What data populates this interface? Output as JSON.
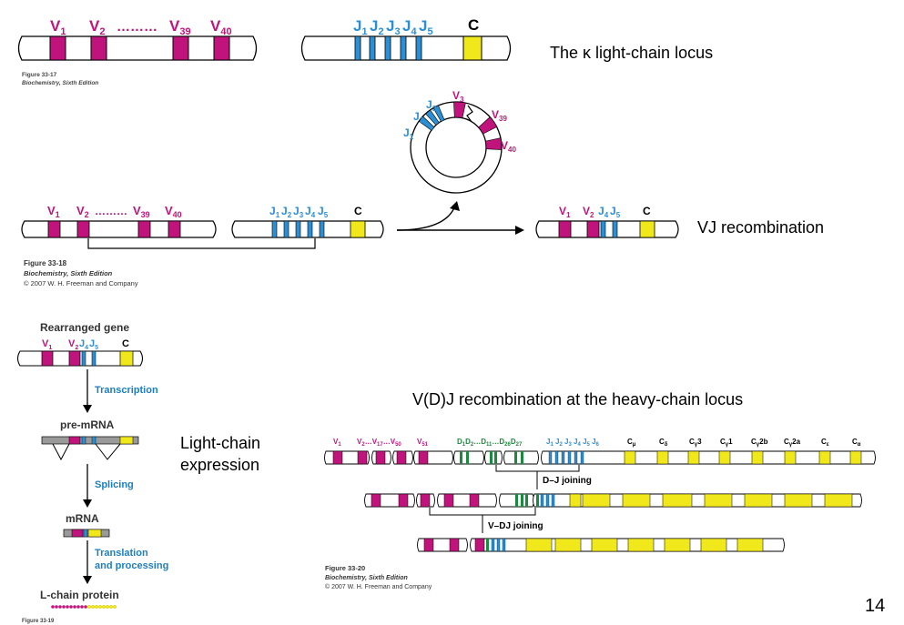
{
  "colors": {
    "v_segment": "#c0147c",
    "j_segment": "#2a8fd4",
    "d_segment": "#1c8a3e",
    "c_segment": "#f0e81a",
    "caption_blue": "#1b7fc0",
    "gray_block": "#9a9a9a"
  },
  "slide": {
    "kappa_locus_label": "The κ light-chain locus",
    "vj_label": "VJ recombination",
    "vdj_label": "V(D)J recombination at the heavy-chain locus",
    "lc_expression_line1": "Light-chain",
    "lc_expression_line2": "expression",
    "page_number": "14"
  },
  "fig17": {
    "figure": "Figure 33-17",
    "book": "Biochemistry, Sixth Edition",
    "v_dots": "………",
    "c_label": "C"
  },
  "fig18": {
    "figure": "Figure 33-18",
    "book": "Biochemistry, Sixth Edition",
    "copyright": "© 2007 W. H. Freeman and Company",
    "c_label": "C",
    "v_dots": "………"
  },
  "fig19": {
    "rearranged": "Rearranged gene",
    "c_label": "C",
    "transcription": "Transcription",
    "pre_mrna": "pre-mRNA",
    "splicing": "Splicing",
    "mrna": "mRNA",
    "translation_1": "Translation",
    "translation_2": "and processing",
    "protein": "L-chain protein",
    "figure": "Figure 33-19"
  },
  "fig20": {
    "dj_joining": "D–J joining",
    "vdj_joining": "V–DJ joining",
    "figure": "Figure 33-20",
    "book": "Biochemistry, Sixth Edition",
    "copyright": "© 2007 W. H. Freeman and Company"
  }
}
